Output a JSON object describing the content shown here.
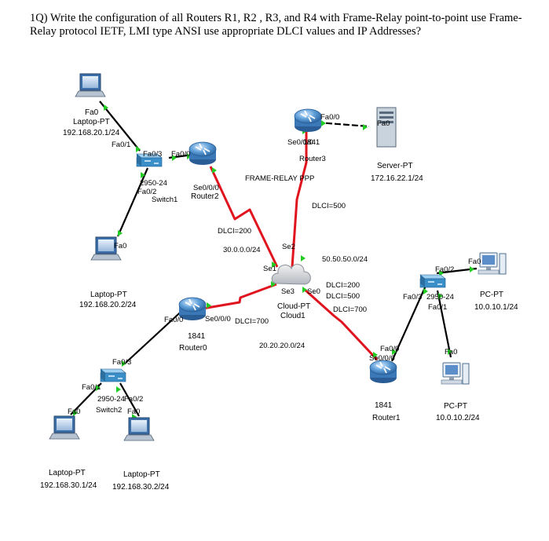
{
  "question": "1Q) Write the configuration of all Routers R1, R2 , R3, and R4  with Frame-Relay  point-to-point use Frame-Relay  protocol IETF, LMI type ANSI use appropriate DLCI values and IP Addresses?",
  "devices": {
    "laptop1": {
      "name": "Laptop-PT",
      "ip": "192.168.20.1/24",
      "port": "Fa0"
    },
    "laptop2": {
      "name": "Laptop-PT",
      "ip": "192.168.20.2/24",
      "port": "Fa0"
    },
    "switch1": {
      "model": "2950-24",
      "name": "Switch1",
      "ports": {
        "fa01": "Fa0/1",
        "fa02": "Fa0/2",
        "fa03": "Fa0/3"
      }
    },
    "router2": {
      "name": "Router2",
      "ports": {
        "fa00": "Fa0/0",
        "se000": "Se0/0/0"
      }
    },
    "router3": {
      "name": "Router3",
      "model": "1841",
      "ports": {
        "fa00": "Fa0/0",
        "se000": "Se0/0/0"
      }
    },
    "server": {
      "name": "Server-PT",
      "ip": "172.16.22.1/24",
      "port": "Fa0"
    },
    "router0": {
      "name": "Router0",
      "model": "1841",
      "ports": {
        "fa00": "Fa0/0",
        "se000": "Se0/0/0"
      }
    },
    "router1": {
      "name": "Router1",
      "model": "1841",
      "ports": {
        "fa00": "Fa0/0",
        "se000": "Se0/0/0"
      }
    },
    "cloud": {
      "type": "Cloud-PT",
      "name": "Cloud1",
      "ports": {
        "se0": "Se0",
        "se1": "Se1",
        "se2": "Se2",
        "se3": "Se3"
      }
    },
    "switch2": {
      "model": "2950-24",
      "name": "Switch2",
      "ports": {
        "fa01": "Fa0/1",
        "fa02": "Fa0/2",
        "fa03": "Fa0/3"
      }
    },
    "laptop3": {
      "name": "Laptop-PT",
      "ip": "192.168.30.1/24",
      "port": "Fa0"
    },
    "laptop4": {
      "name": "Laptop-PT",
      "ip": "192.168.30.2/24",
      "port": "Fa0"
    },
    "switch3": {
      "model": "2950-24",
      "ports": {
        "fa01": "Fa0/1",
        "fa02": "Fa0/2",
        "fa03": "Fa0/3"
      }
    },
    "pc1": {
      "name": "PC-PT",
      "ip": "10.0.10.1/24",
      "port": "Fa0"
    },
    "pc2": {
      "name": "PC-PT",
      "ip": "10.0.10.2/24",
      "port": "Fa0"
    }
  },
  "annotations": {
    "frame_relay": "FRAME-RELAY PPP",
    "dlci_500": "DLCI=500",
    "dlci_200": "DLCI=200",
    "net_30": "30.0.0.0/24",
    "net_50": "50.50.50.0/24",
    "dlci_700": "DLCI=700",
    "net_20": "20.20.20.0/24",
    "cloud_dlci_200": "DLCI=200",
    "cloud_dlci_500": "DLCI=500",
    "cloud_dlci_700": "DLCI=700"
  },
  "colors": {
    "serial_link": "#e0141e",
    "ethernet_link": "#000000",
    "port_up": "#22cc22",
    "router": "#4f8fcf",
    "switch": "#3a8fc8"
  }
}
